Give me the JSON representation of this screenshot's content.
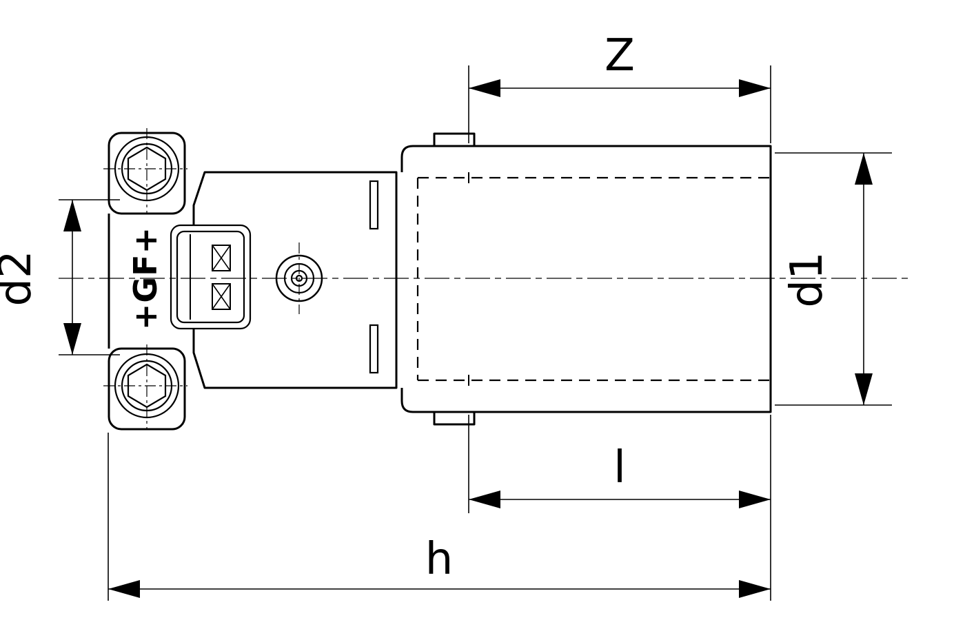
{
  "meta": {
    "type": "technical-drawing",
    "background_color": "#ffffff",
    "line_color": "#000000"
  },
  "drawing": {
    "part_marking": "+GF+",
    "dimensions": {
      "z": "Z",
      "d1": "d1",
      "d2": "d2",
      "l": "l",
      "h": "h"
    }
  }
}
